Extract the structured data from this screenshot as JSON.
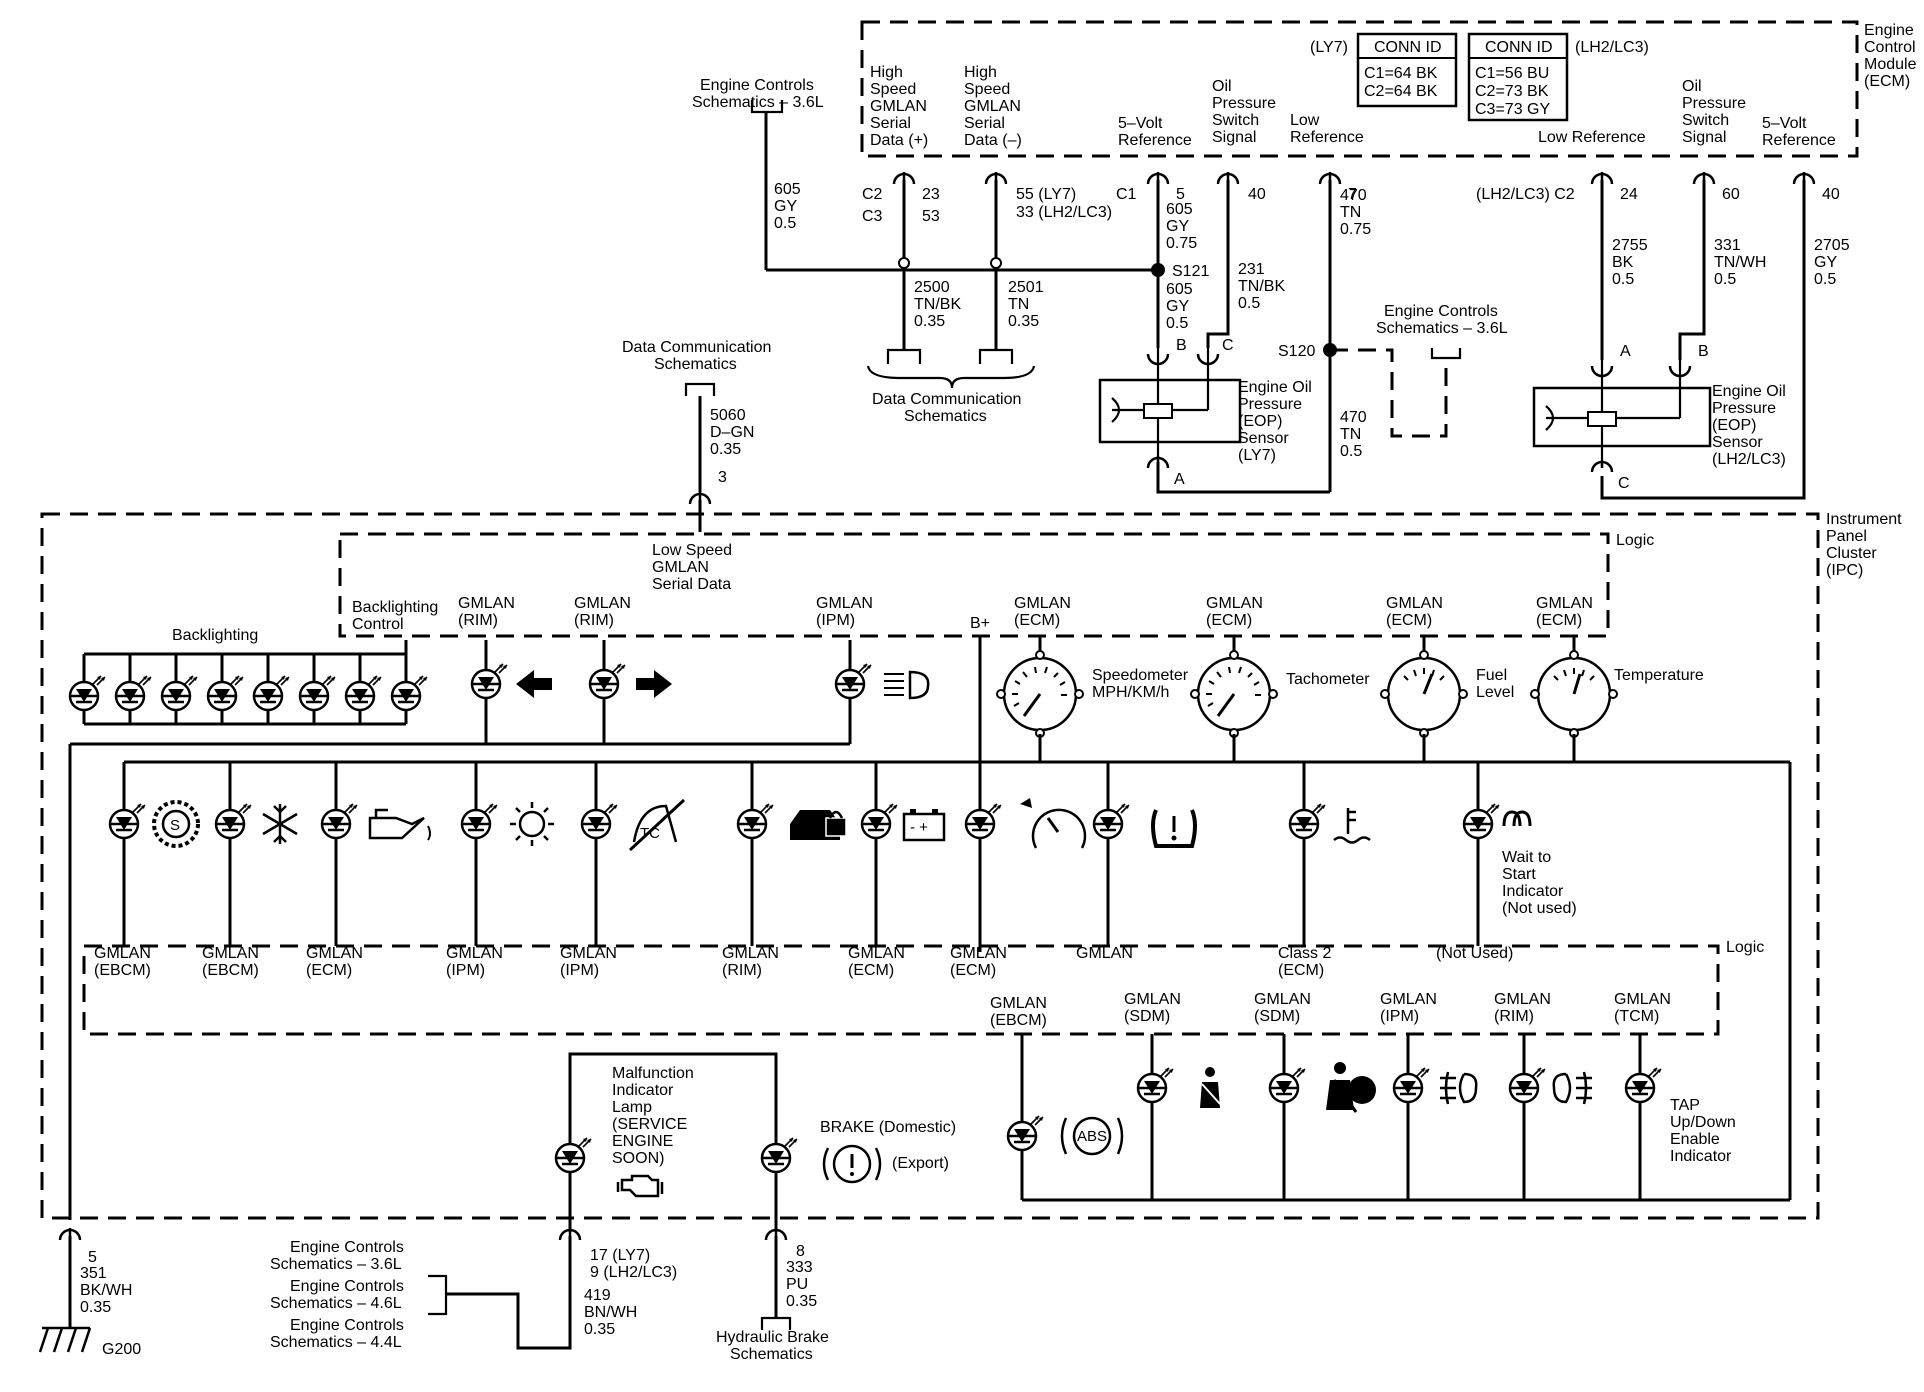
{
  "ecm": {
    "title": [
      "Engine",
      "Control",
      "Module",
      "(ECM)"
    ],
    "conn_ly7_tag": "(LY7)",
    "conn_ly7": [
      "CONN ID",
      "C1=64 BK",
      "C2=64 BK"
    ],
    "conn_lh2": [
      "CONN ID",
      "C1=56 BU",
      "C2=73 BK",
      "C3=73 GY"
    ],
    "conn_lh2_tag": "(LH2/LC3)",
    "hs_plus": [
      "High",
      "Speed",
      "GMLAN",
      "Serial",
      "Data (+)"
    ],
    "hs_minus": [
      "High",
      "Speed",
      "GMLAN",
      "Serial",
      "Data (–)"
    ],
    "fivev_ref_l": [
      "5–Volt",
      "Reference"
    ],
    "oil_sig_l": [
      "Oil",
      "Pressure",
      "Switch",
      "Signal"
    ],
    "low_ref_l": [
      "Low",
      "Reference"
    ],
    "low_ref_r": "Low Reference",
    "oil_sig_r": [
      "Oil",
      "Pressure",
      "Switch",
      "Signal"
    ],
    "fivev_ref_r": [
      "5–Volt",
      "Reference"
    ]
  },
  "pins": {
    "c2": "C2",
    "c3": "C3",
    "p23": "23",
    "p53": "53",
    "p55": "55 (LY7)",
    "p33": "33 (LH2/LC3)",
    "c1": "C1",
    "p5": "5",
    "p40": "40",
    "p7": "7",
    "lh2_c2": "(LH2/LC3)  C2",
    "p24": "24",
    "p60": "60",
    "p40r": "40"
  },
  "wires": {
    "w605_top": [
      "605",
      "GY",
      "0.5"
    ],
    "w605_mid": [
      "605",
      "GY",
      "0.75"
    ],
    "w605_low": [
      "605",
      "GY",
      "0.5"
    ],
    "w2500": [
      "2500",
      "TN/BK",
      "0.35"
    ],
    "w2501": [
      "2501",
      "TN",
      "0.35"
    ],
    "w231": [
      "231",
      "TN/BK",
      "0.5"
    ],
    "w470a": [
      "470",
      "TN",
      "0.75"
    ],
    "w470b": [
      "470",
      "TN",
      "0.5"
    ],
    "w2755": [
      "2755",
      "BK",
      "0.5"
    ],
    "w331": [
      "331",
      "TN/WH",
      "0.5"
    ],
    "w2705": [
      "2705",
      "GY",
      "0.5"
    ],
    "w5060": [
      "5060",
      "D–GN",
      "0.35"
    ],
    "w351": [
      "351",
      "BK/WH",
      "0.35"
    ],
    "w419": [
      "419",
      "BN/WH",
      "0.35"
    ],
    "w333": [
      "333",
      "PU",
      "0.35"
    ]
  },
  "splices": {
    "s121": "S121",
    "s120": "S120"
  },
  "refs": {
    "eng36_top": [
      "Engine Controls",
      "Schematics – 3.6L"
    ],
    "eng36_mid": [
      "Engine Controls",
      "Schematics – 3.6L"
    ],
    "datacomm_bottom": [
      "Data Communication",
      "Schematics"
    ],
    "datacomm_top": [
      "Data Communication",
      "Schematics"
    ],
    "eng36_bot": [
      "Engine Controls",
      "Schematics – 3.6L"
    ],
    "eng46_bot": [
      "Engine Controls",
      "Schematics – 4.6L"
    ],
    "eng44_bot": [
      "Engine Controls",
      "Schematics – 4.4L"
    ],
    "hyd_brake": [
      "Hydraulic Brake",
      "Schematics"
    ]
  },
  "sensors": {
    "eop_ly7": [
      "Engine Oil",
      "Pressure",
      "(EOP)",
      "Sensor",
      "(LY7)"
    ],
    "eop_lh2": [
      "Engine Oil",
      "Pressure",
      "(EOP)",
      "Sensor",
      "(LH2/LC3)"
    ],
    "pinA": "A",
    "pinB": "B",
    "pinC": "C"
  },
  "ipc": {
    "title": [
      "Instrument",
      "Panel",
      "Cluster",
      "(IPC)"
    ],
    "pin3": "3",
    "low_speed": [
      "Low Speed",
      "GMLAN",
      "Serial Data"
    ],
    "logic": "Logic",
    "backlighting": "Backlighting",
    "bl_control": [
      "Backlighting",
      "Control"
    ],
    "gmlan_rim1": [
      "GMLAN",
      "(RIM)"
    ],
    "gmlan_rim2": [
      "GMLAN",
      "(RIM)"
    ],
    "gmlan_ipm": [
      "GMLAN",
      "(IPM)"
    ],
    "bplus": "B+",
    "gmlan_ecm1": [
      "GMLAN",
      "(ECM)"
    ],
    "gmlan_ecm2": [
      "GMLAN",
      "(ECM)"
    ],
    "gmlan_ecm3": [
      "GMLAN",
      "(ECM)"
    ],
    "gmlan_ecm4": [
      "GMLAN",
      "(ECM)"
    ],
    "speedometer": [
      "Speedometer",
      "MPH/KM/h"
    ],
    "tachometer": "Tachometer",
    "fuel": [
      "Fuel",
      "Level"
    ],
    "temperature": "Temperature",
    "wait_start": [
      "Wait to",
      "Start",
      "Indicator",
      "(Not used)"
    ],
    "row2": [
      [
        "GMLAN",
        "(EBCM)"
      ],
      [
        "GMLAN",
        "(EBCM)"
      ],
      [
        "GMLAN",
        "(ECM)"
      ],
      [
        "GMLAN",
        "(IPM)"
      ],
      [
        "GMLAN",
        "(IPM)"
      ],
      [
        "GMLAN",
        "(RIM)"
      ],
      [
        "GMLAN",
        "(ECM)"
      ],
      [
        "GMLAN",
        "(ECM)"
      ],
      [
        "GMLAN"
      ],
      [
        "Class 2",
        "(ECM)"
      ],
      [
        "(Not Used)"
      ]
    ],
    "row3": [
      [
        "GMLAN",
        "(EBCM)"
      ],
      [
        "GMLAN",
        "(SDM)"
      ],
      [
        "GMLAN",
        "(SDM)"
      ],
      [
        "GMLAN",
        "(IPM)"
      ],
      [
        "GMLAN",
        "(RIM)"
      ],
      [
        "GMLAN",
        "(TCM)"
      ]
    ],
    "mil": [
      "Malfunction",
      "Indicator",
      "Lamp",
      "(SERVICE",
      "ENGINE",
      "SOON)"
    ],
    "brake_dom": "BRAKE (Domestic)",
    "brake_exp": "(Export)",
    "abs": "ABS",
    "tap": [
      "TAP",
      "Up/Down",
      "Enable",
      "Indicator"
    ],
    "pin5": "5",
    "pin17": "17 (LY7)",
    "pin9": "9 (LH2/LC3)",
    "pin8": "8",
    "g200": "G200"
  }
}
